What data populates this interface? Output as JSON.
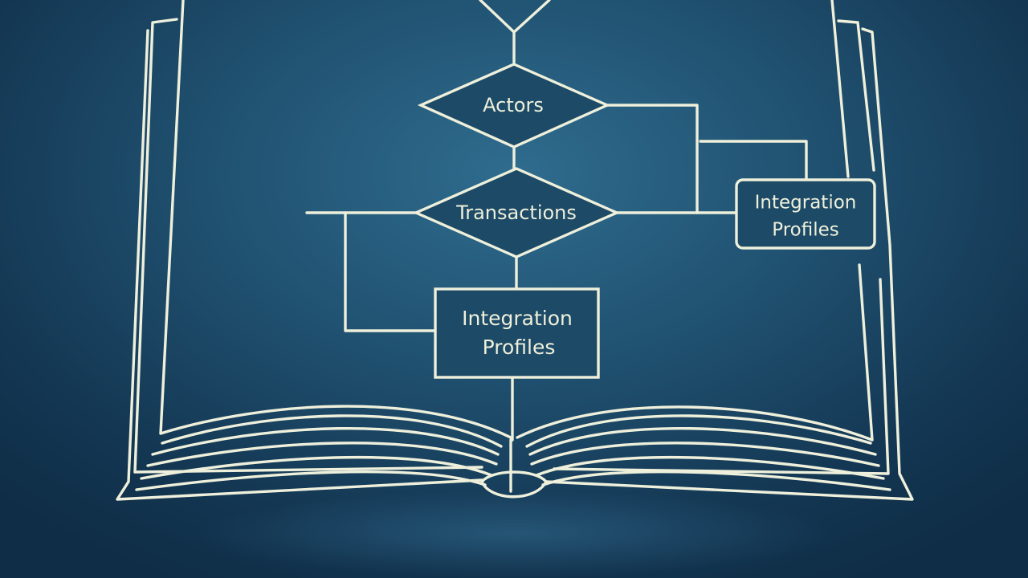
{
  "colors": {
    "background": "#1f4f6e",
    "line": "#eef0dc"
  },
  "diagram": {
    "nodes": {
      "actors": {
        "label": "Actors",
        "shape": "diamond"
      },
      "transactions": {
        "label": "Transactions",
        "shape": "diamond"
      },
      "profiles_center": {
        "label_line1": "Integration",
        "label_line2": "Profiles",
        "shape": "rectangle"
      },
      "profiles_right": {
        "label_line1": "Integration",
        "label_line2": "Profiles",
        "shape": "rectangle"
      }
    },
    "illustration": "open-book"
  }
}
